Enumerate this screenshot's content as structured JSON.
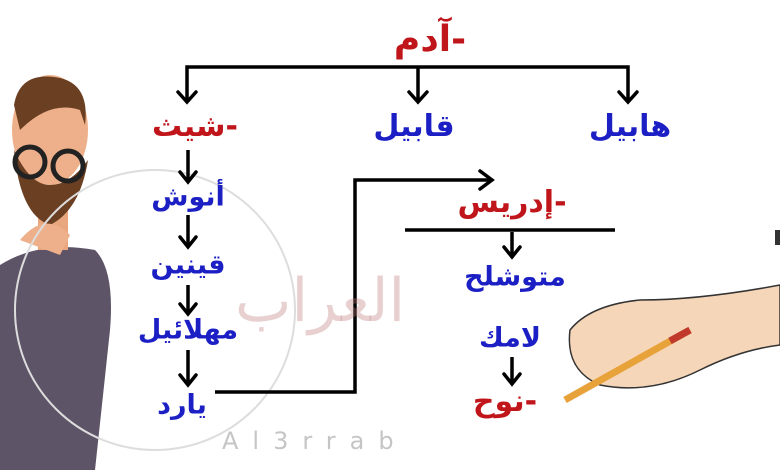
{
  "tree": {
    "root": "-آدم",
    "children": [
      "هابيل",
      "قابيل",
      "-شيث"
    ],
    "line_sheth": [
      "أنوش",
      "قينين",
      "مهلائيل",
      "يارد"
    ],
    "idris": "-إدريس",
    "line_idris": [
      "متوشلح",
      "لامك",
      "-نوح"
    ]
  },
  "watermark": {
    "arabic": "العراب",
    "latin": "Al3rrab"
  },
  "colors": {
    "prophet": "#c0161b",
    "person": "#1b1fc4",
    "connector": "#000000"
  },
  "illustrations": [
    "thinking-man-with-glasses",
    "hand-holding-pencil"
  ]
}
